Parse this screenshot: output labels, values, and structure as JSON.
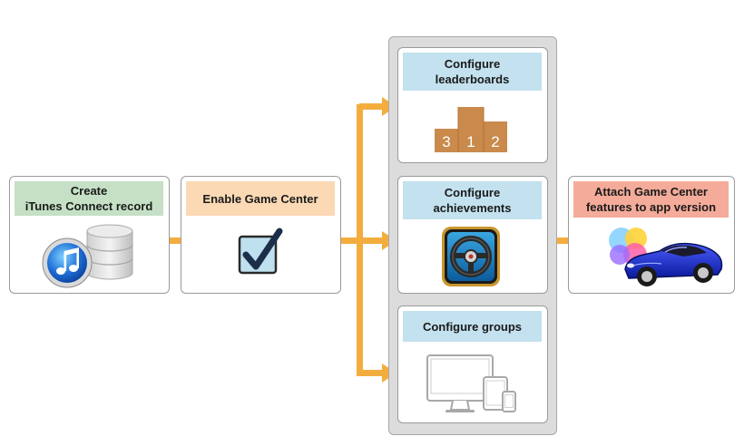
{
  "steps": {
    "create_record": {
      "label": "Create\niTunes Connect record",
      "color": "#c5e0c5"
    },
    "enable": {
      "label": "Enable Game Center",
      "color": "#fbd9b5"
    },
    "leaderboards": {
      "label": "Configure\nleaderboards",
      "color": "#c3e1ef",
      "podium": [
        "3",
        "1",
        "2"
      ]
    },
    "achievements": {
      "label": "Configure\nachievements",
      "color": "#c3e1ef"
    },
    "groups": {
      "label": "Configure groups",
      "color": "#c3e1ef"
    },
    "attach": {
      "label": "Attach Game Center\nfeatures to app version",
      "color": "#f4ab9a"
    }
  },
  "colors": {
    "arrow": "#f3ad3f",
    "podium": "#c98a4c",
    "checkbox_fill": "#bfe0ee",
    "check": "#1c2f4a"
  },
  "icons": {
    "itunes": "itunes-icon",
    "database": "database-icon",
    "checkbox": "checkbox-icon",
    "podium": "podium-icon",
    "steering_wheel": "steering-wheel-icon",
    "devices": "devices-icon",
    "game_center": "game-center-icon",
    "car": "car-icon"
  }
}
